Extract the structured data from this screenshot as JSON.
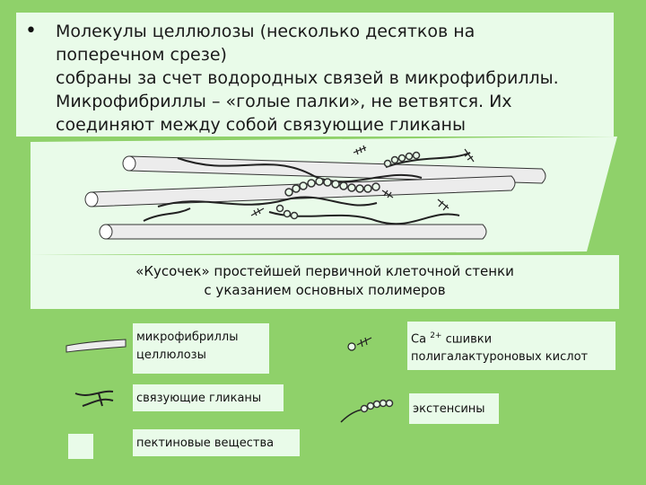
{
  "slide": {
    "bullet_symbol": "•",
    "bullet_text": "Молекулы целлюлозы (несколько десятков на\nпоперечном срезе)\nсобраны за счет водородных связей в микрофибриллы.\nМикрофибриллы – «голые палки», не ветвятся.  Их\nсоединяют между собой связующие гликаны",
    "caption": "«Кусочек» простейшей первичной клеточной стенки\nс указанием основных полимеров"
  },
  "legend": {
    "microfibrils": "микрофибриллы\nцеллюлозы",
    "ca_crosslinks_prefix": "Ca",
    "ca_crosslinks_sup": "2+",
    "ca_crosslinks_rest": " сшивки\nполигалактуроновых кислот",
    "glycans": "связующие гликаны",
    "extensins": "экстенсины",
    "pectins": "пектиновые вещества"
  },
  "colors": {
    "background": "#8fd16a",
    "panel": "#e9fbe9",
    "fibril_fill": "#ececec",
    "line": "#222222"
  }
}
